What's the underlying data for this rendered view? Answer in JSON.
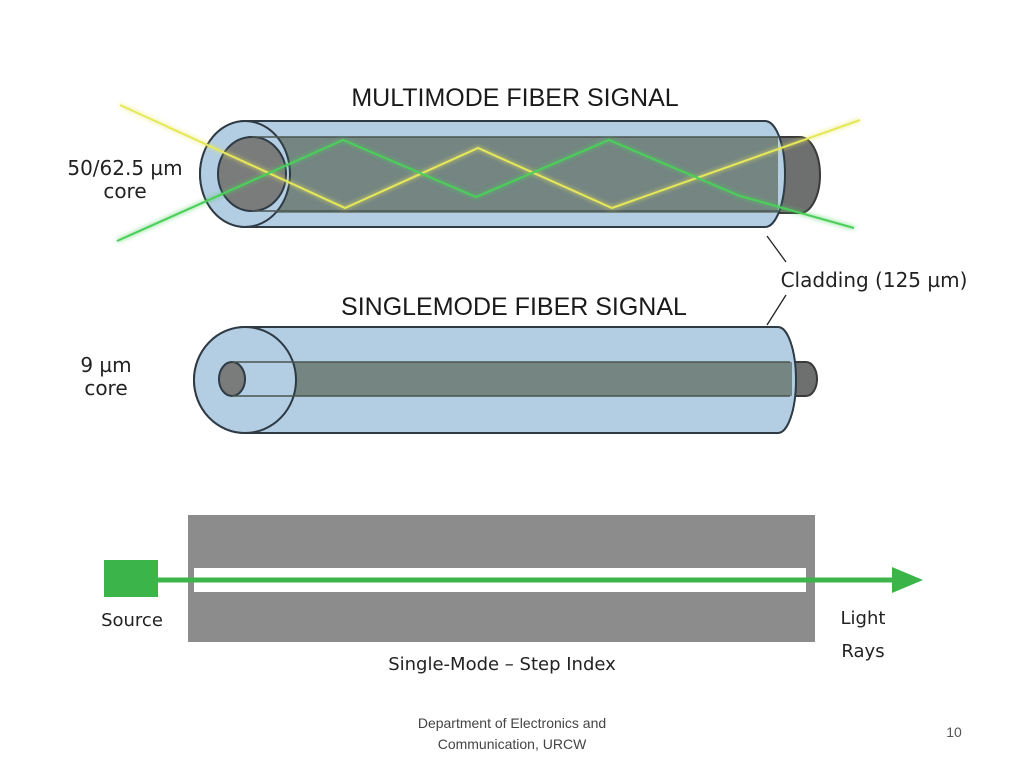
{
  "multimode": {
    "title": "MULTIMODE FIBER SIGNAL",
    "core_label_line1": "50/62.5 µm",
    "core_label_line2": "core"
  },
  "cladding_label": "Cladding (125 µm)",
  "singlemode": {
    "title": "SINGLEMODE FIBER SIGNAL",
    "core_label_line1": "9 µm",
    "core_label_line2": "core"
  },
  "step_index": {
    "source_label": "Source",
    "light_label_line1": "Light",
    "light_label_line2": "Rays",
    "caption": "Single-Mode – Step Index"
  },
  "colors": {
    "cladding": "#b3cde3",
    "core": "#6b7b74",
    "green_ray": "#4ccf5a",
    "yellow_ray": "#e6e85a",
    "red_ray": "#e02020",
    "step_body": "#8c8c8c",
    "step_source": "#3bb54a"
  },
  "footer": {
    "line1": "Department of Electronics and",
    "line2": "Communication, URCW"
  },
  "page_number": "10"
}
